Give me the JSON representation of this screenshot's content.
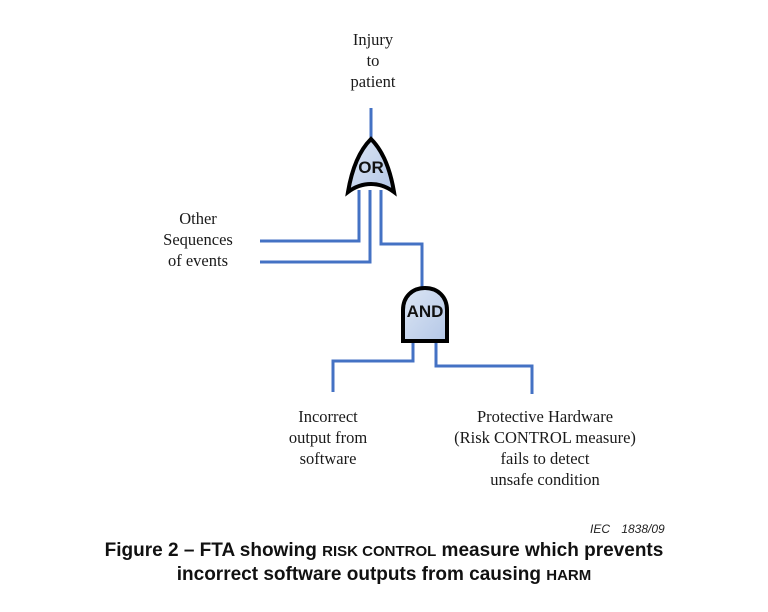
{
  "diagram": {
    "top_event": [
      "Injury",
      "to",
      "patient"
    ],
    "or_gate": {
      "label": "OR"
    },
    "and_gate": {
      "label": "AND"
    },
    "other_sequences": [
      "Other",
      "Sequences",
      "of events"
    ],
    "incorrect_output": [
      "Incorrect",
      "output from",
      "software"
    ],
    "protective_hardware": [
      "Protective Hardware",
      "(Risk CONTROL measure)",
      "fails to detect",
      "unsafe condition"
    ],
    "colors": {
      "wire": "#4472c4",
      "gate_fill_top": "#dce6f4",
      "gate_fill_bottom": "#b4c7e7",
      "gate_outline": "#000000"
    }
  },
  "figure_ref": "IEC 1838/09",
  "caption": {
    "line1_a": "Figure 2 – FTA showing ",
    "line1_sc": "RISK CONTROL",
    "line1_b": " measure which prevents",
    "line2_a": "incorrect software outputs from causing ",
    "line2_sc": "HARM"
  }
}
